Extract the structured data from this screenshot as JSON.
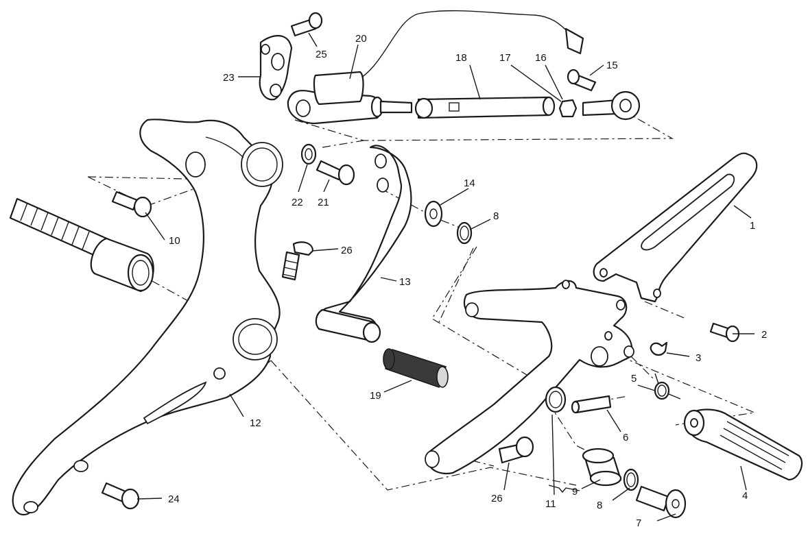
{
  "diagram": {
    "callouts": [
      {
        "id": "c1",
        "text": "1"
      },
      {
        "id": "c2",
        "text": "2"
      },
      {
        "id": "c3",
        "text": "3"
      },
      {
        "id": "c4",
        "text": "4"
      },
      {
        "id": "c5",
        "text": "5"
      },
      {
        "id": "c6",
        "text": "6"
      },
      {
        "id": "c7",
        "text": "7"
      },
      {
        "id": "c8a",
        "text": "8"
      },
      {
        "id": "c8b",
        "text": "8"
      },
      {
        "id": "c9",
        "text": "9"
      },
      {
        "id": "c10",
        "text": "10"
      },
      {
        "id": "c11",
        "text": "11"
      },
      {
        "id": "c12",
        "text": "12"
      },
      {
        "id": "c13",
        "text": "13"
      },
      {
        "id": "c14",
        "text": "14"
      },
      {
        "id": "c15",
        "text": "15"
      },
      {
        "id": "c16",
        "text": "16"
      },
      {
        "id": "c17",
        "text": "17"
      },
      {
        "id": "c18",
        "text": "18"
      },
      {
        "id": "c19",
        "text": "19"
      },
      {
        "id": "c20",
        "text": "20"
      },
      {
        "id": "c21",
        "text": "21"
      },
      {
        "id": "c22",
        "text": "22"
      },
      {
        "id": "c23",
        "text": "23"
      },
      {
        "id": "c24",
        "text": "24"
      },
      {
        "id": "c25",
        "text": "25"
      },
      {
        "id": "c26a",
        "text": "26"
      },
      {
        "id": "c26b",
        "text": "26"
      }
    ]
  }
}
